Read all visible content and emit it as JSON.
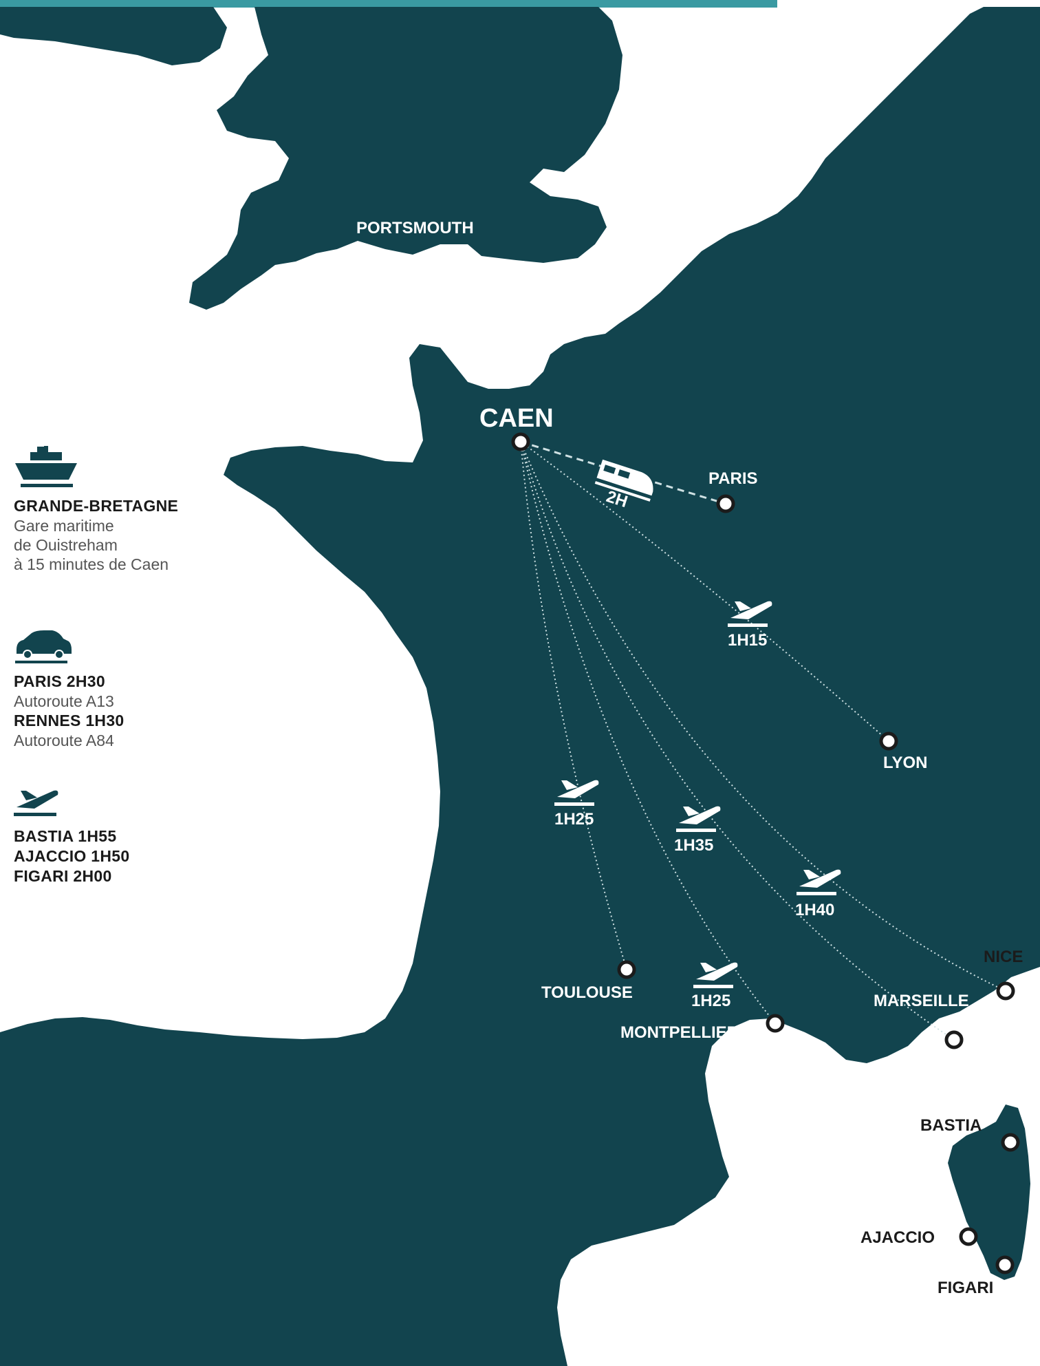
{
  "colors": {
    "land": "#12444e",
    "sea": "#ffffff",
    "accent": "#3a9aa2",
    "route": "#cfe1e3"
  },
  "map": {
    "labels": {
      "portsmouth": "PORTSMOUTH",
      "caen": "CAEN",
      "paris": "PARIS",
      "lyon": "LYON",
      "toulouse": "TOULOUSE",
      "montpellier": "MONTPELLIER",
      "marseille": "MARSEILLE",
      "nice": "NICE",
      "bastia": "BASTIA",
      "ajaccio": "AJACCIO",
      "figari": "FIGARI"
    },
    "durations": {
      "train_paris": "2H",
      "lyon": "1H15",
      "toulouse": "1H25",
      "montpellier": "1H25",
      "marseille": "1H35",
      "nice": "1H40"
    },
    "icons": {
      "train": "train-icon",
      "plane": "plane-takeoff-icon"
    }
  },
  "legend": {
    "ferry": {
      "icon": "ferry-icon",
      "title": "GRANDE-BRETAGNE",
      "lines": [
        "Gare maritime",
        "de Ouistreham",
        "à 15 minutes de Caen"
      ]
    },
    "car": {
      "icon": "car-icon",
      "route1": "PARIS 2H30",
      "road1": "Autoroute A13",
      "route2": "RENNES 1H30",
      "road2": "Autoroute A84"
    },
    "plane": {
      "icon": "plane-takeoff-icon",
      "lines": [
        "BASTIA 1H55",
        "AJACCIO 1H50",
        "FIGARI 2H00"
      ]
    }
  }
}
